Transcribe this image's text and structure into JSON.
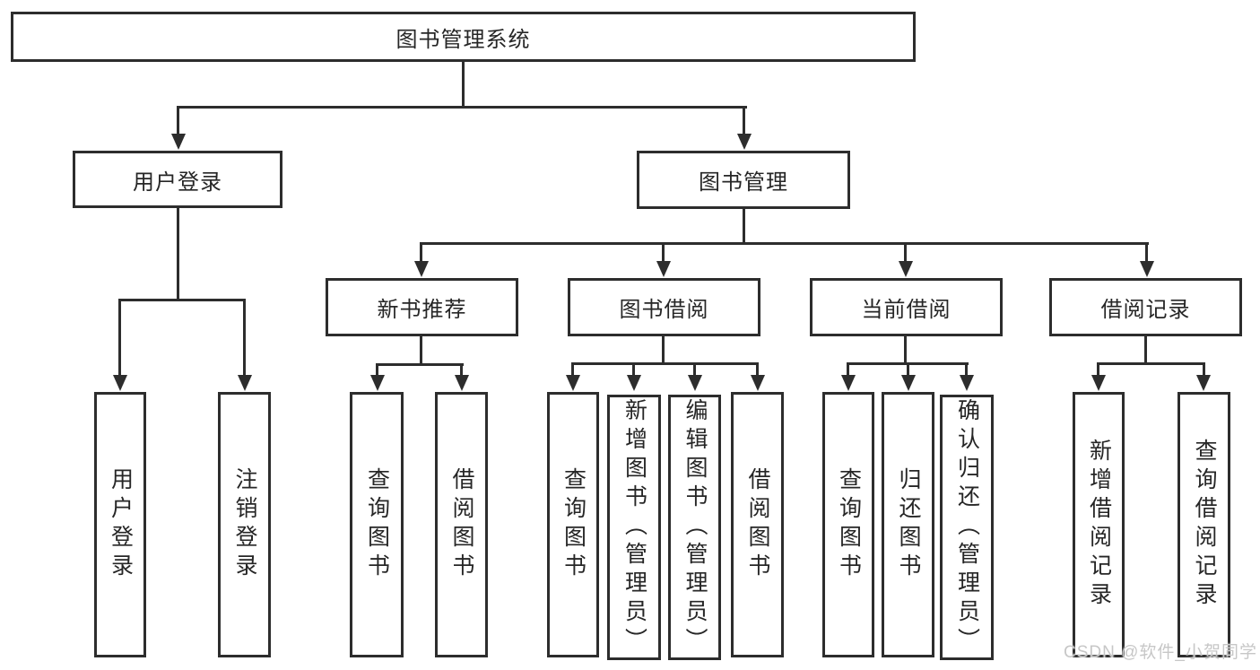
{
  "diagram": {
    "root": {
      "label": "图书管理系统"
    },
    "branches": [
      {
        "label": "用户登录",
        "children": [
          {
            "label": "用户登录"
          },
          {
            "label": "注销登录"
          }
        ]
      },
      {
        "label": "图书管理",
        "children": [
          {
            "label": "新书推荐",
            "children": [
              {
                "label": "查询图书"
              },
              {
                "label": "借阅图书"
              }
            ]
          },
          {
            "label": "图书借阅",
            "children": [
              {
                "label": "查询图书"
              },
              {
                "label": "新增图书（管理员）"
              },
              {
                "label": "编辑图书（管理员）"
              },
              {
                "label": "借阅图书"
              }
            ]
          },
          {
            "label": "当前借阅",
            "children": [
              {
                "label": "查询图书"
              },
              {
                "label": "归还图书"
              },
              {
                "label": "确认归还（管理员）"
              }
            ]
          },
          {
            "label": "借阅记录",
            "children": [
              {
                "label": "新增借阅记录"
              },
              {
                "label": "查询借阅记录"
              }
            ]
          }
        ]
      }
    ]
  },
  "watermark": "CSDN @软件_小贺同学",
  "colors": {
    "line": "#2d2d2d",
    "text": "#262626",
    "background": "#ffffff",
    "watermark": "#c7c7c7"
  }
}
